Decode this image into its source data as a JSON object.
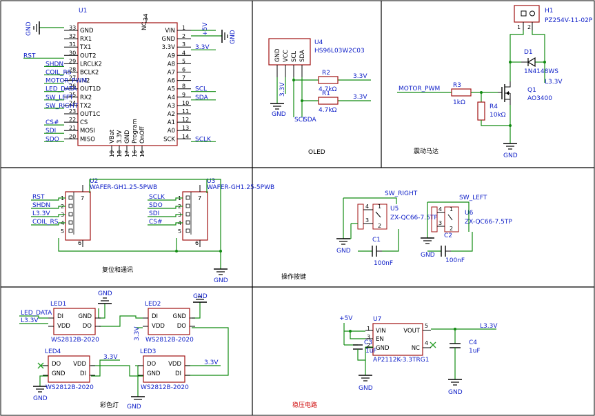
{
  "colors": {
    "wire": "#118b11",
    "label": "#1020c8",
    "body": "#a01010",
    "border": "#000000",
    "accent_title": "#d01010"
  },
  "sections": {
    "oled": "OLED",
    "motor": "震动马达",
    "reset_comm": "复位和通讯",
    "buttons": "操作按键",
    "leds": "彩色灯",
    "regulator": "稳压电路"
  },
  "u1": {
    "ref": "U1",
    "left_pins": [
      {
        "num": "33",
        "name": "GND"
      },
      {
        "num": "32",
        "name": "RX1"
      },
      {
        "num": "31",
        "name": "TX1"
      },
      {
        "num": "30",
        "name": "OUT2"
      },
      {
        "num": "29",
        "name": "LRCLK2"
      },
      {
        "num": "28",
        "name": "BCLK2"
      },
      {
        "num": "27",
        "name": "IN2"
      },
      {
        "num": "26",
        "name": "OUT1D"
      },
      {
        "num": "25",
        "name": "RX2"
      },
      {
        "num": "24",
        "name": "TX2"
      },
      {
        "num": "23",
        "name": "OUT1C"
      },
      {
        "num": "22",
        "name": "CS"
      },
      {
        "num": "21",
        "name": "MOSI"
      },
      {
        "num": "20",
        "name": "MISO"
      }
    ],
    "right_pins": [
      {
        "num": "1",
        "name": "VIN"
      },
      {
        "num": "2",
        "name": "GND"
      },
      {
        "num": "3",
        "name": "3.3V"
      },
      {
        "num": "4",
        "name": "A9"
      },
      {
        "num": "5",
        "name": "A8"
      },
      {
        "num": "6",
        "name": "A7"
      },
      {
        "num": "7",
        "name": "A6"
      },
      {
        "num": "8",
        "name": "A5"
      },
      {
        "num": "9",
        "name": "A4"
      },
      {
        "num": "10",
        "name": "A3"
      },
      {
        "num": "11",
        "name": "A2"
      },
      {
        "num": "12",
        "name": "A1"
      },
      {
        "num": "13",
        "name": "A0"
      },
      {
        "num": "14",
        "name": "SCK"
      }
    ],
    "top_pin": {
      "num": "34",
      "name": "NC"
    },
    "bottom_pins": [
      {
        "num": "19",
        "name": "VBat"
      },
      {
        "num": "18",
        "name": "3.3V"
      },
      {
        "num": "17",
        "name": "GND"
      },
      {
        "num": "16",
        "name": "Program"
      },
      {
        "num": "15",
        "name": "OnOff"
      }
    ],
    "left_nets": {
      "30": "RST",
      "29": "SHDN",
      "28": "COIL_RS",
      "27": "MOTOR_PWM",
      "26": "LED_DATA",
      "25": "SW_LEFT",
      "24": "SW_RIGHT",
      "22": "CS#",
      "21": "SDI",
      "20": "SDO"
    },
    "right_nets": {
      "1": "+5V",
      "3": "3.3V",
      "8": "SCL",
      "9": "SDA",
      "14": "SCLK"
    }
  },
  "u4": {
    "ref": "U4",
    "part": "HS96L03W2C03",
    "pins": [
      "GND",
      "VCC",
      "SCL",
      "SDA"
    ],
    "r2": {
      "ref": "R2",
      "value": "4.7kΩ"
    },
    "r1": {
      "ref": "R1",
      "value": "4.7kΩ"
    },
    "net_3v3": "3.3V",
    "vcc_net": "3.3V",
    "scl": "SCL",
    "sda": "SDA"
  },
  "motor": {
    "h1": {
      "ref": "H1",
      "part": "PZ254V-11-02P",
      "pins": [
        "1",
        "2"
      ]
    },
    "d1": {
      "ref": "D1",
      "part": "1N4148WS"
    },
    "q1": {
      "ref": "Q1",
      "part": "AO3400"
    },
    "r3": {
      "ref": "R3",
      "value": "1kΩ"
    },
    "r4": {
      "ref": "R4",
      "value": "10kΩ"
    },
    "net_in": "MOTOR_PWM",
    "net_supply": "L3.3V"
  },
  "u2": {
    "ref": "U2",
    "part": "WAFER-GH1.25-5PWB",
    "nets": [
      "RST",
      "SHDN",
      "L3.3V",
      "COIL_RS"
    ],
    "pins": [
      "1",
      "2",
      "3",
      "4",
      "5",
      "6",
      "7"
    ]
  },
  "u3": {
    "ref": "U3",
    "part": "WAFER-GH1.25-5PWB",
    "nets": [
      "SCLK",
      "SDO",
      "SDI",
      "CS#"
    ],
    "pins": [
      "1",
      "2",
      "3",
      "4",
      "5",
      "6",
      "7"
    ]
  },
  "u5": {
    "ref": "U5",
    "part": "ZX-QC66-7.5TP",
    "net": "SW_RIGHT",
    "c": {
      "ref": "C1",
      "value": "100nF"
    }
  },
  "u6": {
    "ref": "U6",
    "part": "ZX-QC66-7.5TP",
    "net": "SW_LEFT",
    "c": {
      "ref": "C2",
      "value": "100nF"
    }
  },
  "leds": [
    {
      "ref": "LED1",
      "part": "WS2812B-2020",
      "pins": {
        "di": "DI",
        "vdd": "VDD",
        "gnd": "GND",
        "do": "DO"
      }
    },
    {
      "ref": "LED2",
      "part": "WS2812B-2020",
      "pins": {
        "di": "DI",
        "vdd": "VDD",
        "gnd": "GND",
        "do": "DO"
      }
    },
    {
      "ref": "LED3",
      "part": "WS2812B-2020",
      "pins": {
        "di": "DI",
        "vdd": "VDD",
        "gnd": "GND",
        "do": "DO"
      }
    },
    {
      "ref": "LED4",
      "part": "WS2812B-2020",
      "pins": {
        "di": "DI",
        "vdd": "VDD",
        "gnd": "GND",
        "do": "DO"
      }
    }
  ],
  "led_nets": {
    "data": "LED_DATA",
    "l3v3": "L3.3V",
    "v33": "3.3V"
  },
  "u7": {
    "ref": "U7",
    "part": "AP2112K-3.3TRG1",
    "pins": [
      {
        "num": "1",
        "name": "VIN"
      },
      {
        "num": "3",
        "name": "EN"
      },
      {
        "num": "2",
        "name": "GND"
      },
      {
        "num": "5",
        "name": "VOUT"
      },
      {
        "num": "4",
        "name": "NC"
      }
    ],
    "c3": {
      "ref": "C3",
      "value": "1uF"
    },
    "c4": {
      "ref": "C4",
      "value": "1uF"
    },
    "net_in": "+5V",
    "net_out": "L3.3V"
  },
  "gnd_label": "GND"
}
